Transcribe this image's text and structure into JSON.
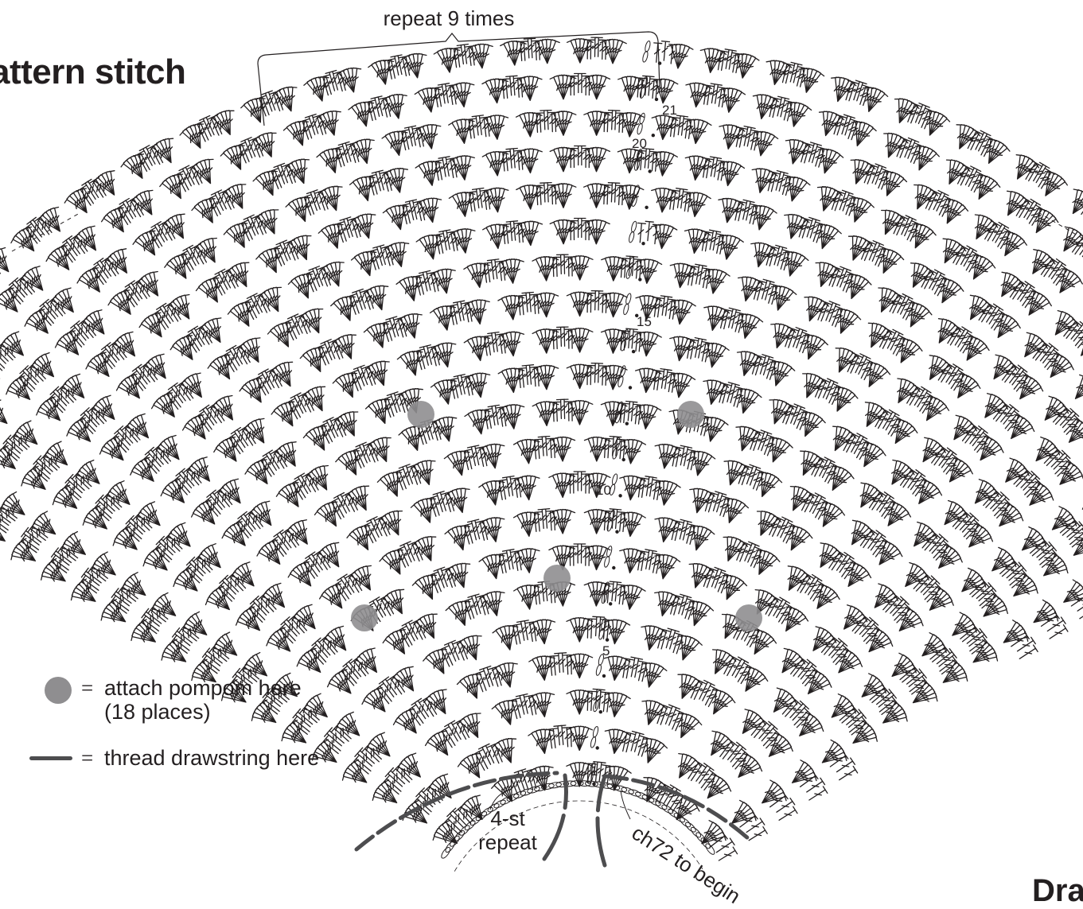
{
  "title": "attern stitch",
  "corner_text": "Dra",
  "repeat_label": "repeat 9 times",
  "bottom_labels": {
    "repeat_line1": "4-st",
    "repeat_line2": "repeat",
    "chain": "ch72 to begin"
  },
  "row_numbers": [
    "1",
    "5",
    "10",
    "15",
    "20",
    "21"
  ],
  "legend": {
    "pompom_eq": "=",
    "pompom_text": "attach pompom here",
    "pompom_sub": "(18 places)",
    "drawstring_eq": "=",
    "drawstring_text": "thread drawstring here"
  },
  "colors": {
    "ink": "#231f20",
    "pompom": "#8f8e90",
    "drawstring": "#4d4d4f"
  }
}
